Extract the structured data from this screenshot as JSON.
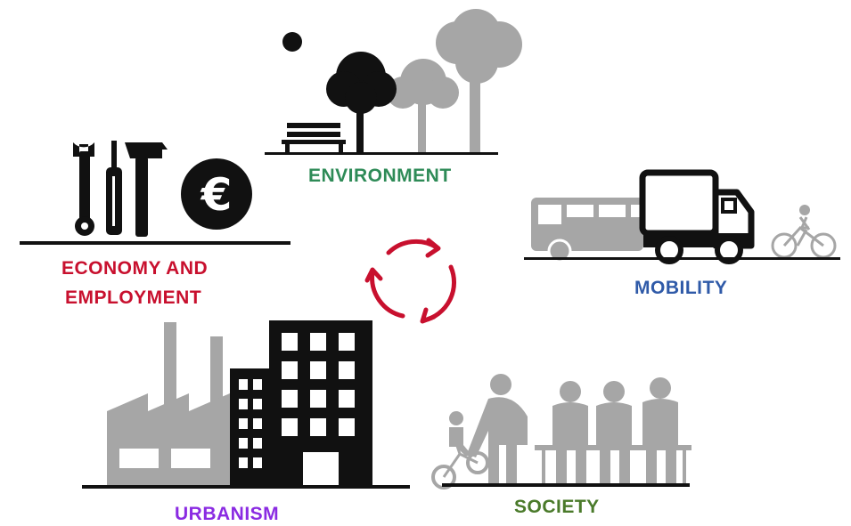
{
  "labels": {
    "environment": "ENVIRONMENT",
    "economy_line1": "ECONOMY AND",
    "economy_line2": "EMPLOYMENT",
    "mobility": "MOBILITY",
    "urbanism": "URBANISM",
    "society": "SOCIETY"
  },
  "colors": {
    "environment": "#2e8b57",
    "economy": "#c8102e",
    "mobility": "#2f5aa8",
    "urbanism": "#8a2be2",
    "society": "#4a7a2a",
    "cycle_arrows": "#c8102e",
    "black": "#111111",
    "grey": "#a6a6a6"
  },
  "icons": [
    "sun-icon",
    "tree-icon",
    "bench-icon",
    "wrench-icon",
    "screwdriver-icon",
    "hammer-icon",
    "euro-icon",
    "bus-icon",
    "truck-icon",
    "cyclist-icon",
    "factory-icon",
    "building-icon",
    "people-icon",
    "bicycle-icon",
    "cycle-arrows-icon"
  ]
}
